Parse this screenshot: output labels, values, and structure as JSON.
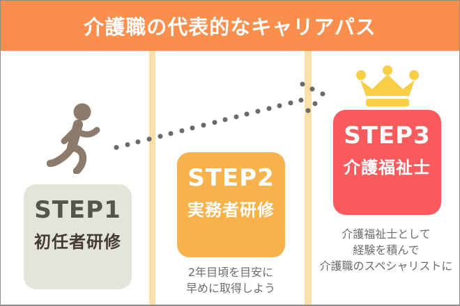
{
  "header": {
    "title": "介護職の代表的なキャリアパス"
  },
  "steps": [
    {
      "label": "STEP1",
      "name": "初任者研修",
      "caption_lines": []
    },
    {
      "label": "STEP2",
      "name": "実務者研修",
      "caption_lines": [
        "2年目頃を目安に",
        "早めに取得しよう"
      ]
    },
    {
      "label": "STEP3",
      "name": "介護福祉士",
      "caption_lines": [
        "介護福祉士として",
        "経験を積んで",
        "介護職のスペシャリストに"
      ]
    }
  ],
  "icons": {
    "runner": "running-person",
    "crown": "crown",
    "arrow": "dotted-arrow"
  },
  "colors": {
    "header_bg": "#F98E4D",
    "divider": "#FBDFA8",
    "step1_box": "#E4E4DA",
    "step1_label": "#56554D",
    "step1_name": "#3E3C35",
    "step2_box": "#F7B24B",
    "step3_box": "#F95A5B",
    "step_text_light": "#FFFFFF",
    "crown": "#F8CE46",
    "runner": "#8C7B6C",
    "dots": "#6A6A6A",
    "caption_text": "#6B6B6B",
    "border": "#8C8C8C",
    "background": "#FFFFFF"
  }
}
